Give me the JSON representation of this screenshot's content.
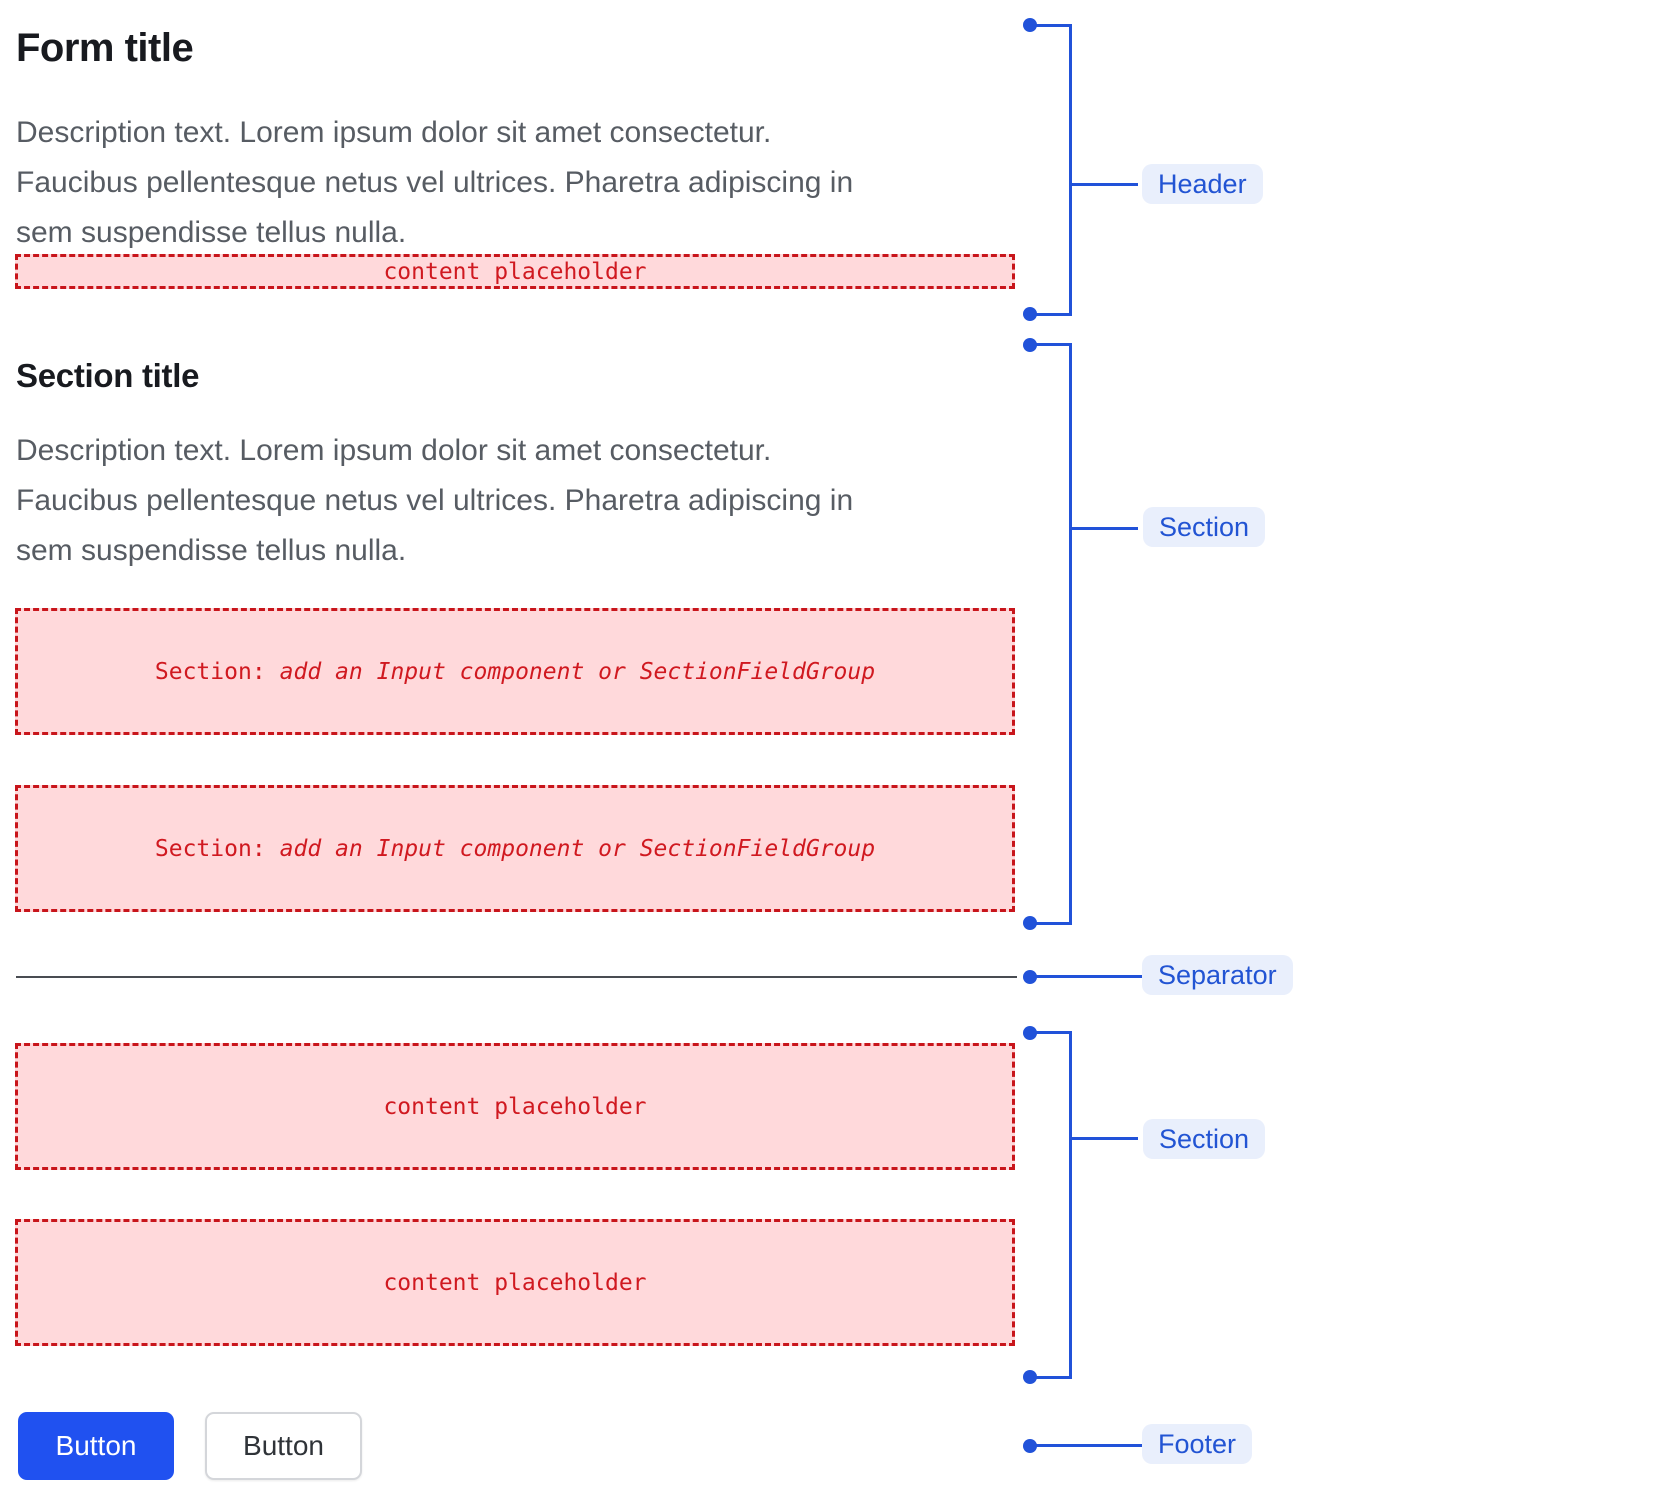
{
  "colors": {
    "annotation_blue": "#2152d9",
    "pill_bg": "#e9effc",
    "pill_text": "#2254d3",
    "placeholder_bg": "#ffd9db",
    "placeholder_border": "#c8151b",
    "placeholder_text": "#d01920",
    "title_text": "#181a1f",
    "description_text": "#575c63",
    "separator": "#494c52",
    "primary_button_bg": "#2051f0",
    "primary_button_text": "#ffffff",
    "secondary_button_bg": "#ffffff",
    "secondary_button_border": "#d4d6da",
    "secondary_button_text": "#2f3338"
  },
  "form": {
    "title": "Form title",
    "description_lines": [
      "Description text. Lorem ipsum dolor sit amet consectetur.",
      "Faucibus pellentesque netus vel ultrices. Pharetra adipiscing in",
      "sem suspendisse tellus nulla."
    ],
    "content_placeholder": "content placeholder"
  },
  "section": {
    "title": "Section title",
    "description_lines": [
      "Description text. Lorem ipsum dolor sit amet consectetur.",
      "Faucibus pellentesque netus vel ultrices. Pharetra adipiscing in",
      "sem suspendisse tellus nulla."
    ],
    "placeholders": [
      {
        "prefix": "Section:",
        "rest": "add an Input component or SectionFieldGroup"
      },
      {
        "prefix": "Section:",
        "rest": "add an Input component or SectionFieldGroup"
      }
    ]
  },
  "content_section": {
    "placeholders": [
      "content placeholder",
      "content placeholder"
    ]
  },
  "footer": {
    "primary_button_label": "Button",
    "secondary_button_label": "Button"
  },
  "annotations": {
    "header_label": "Header",
    "section1_label": "Section",
    "separator_label": "Separator",
    "section2_label": "Section",
    "footer_label": "Footer"
  }
}
